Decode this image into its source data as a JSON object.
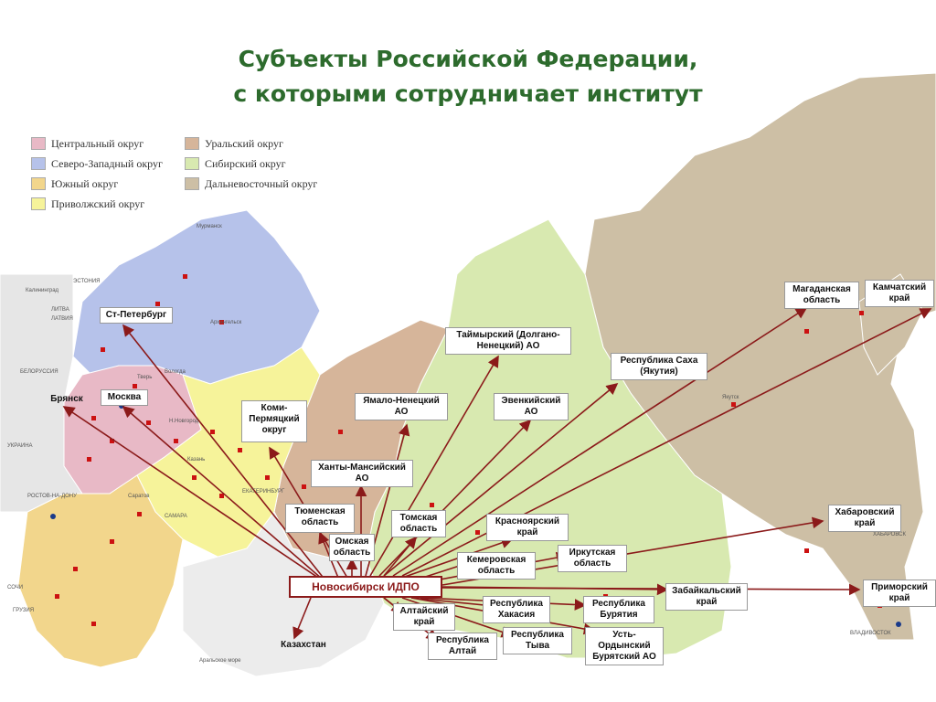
{
  "title": {
    "line1": "Субъекты Российской Федерации,",
    "line2": "с которыми сотрудничает институт"
  },
  "legend": {
    "left": [
      {
        "label": "Центральный округ",
        "color": "#e8b9c6"
      },
      {
        "label": "Северо-Западный округ",
        "color": "#b6c2ea"
      },
      {
        "label": "Южный округ",
        "color": "#f2d68c"
      },
      {
        "label": "Приволжский округ",
        "color": "#f6f39a"
      }
    ],
    "right": [
      {
        "label": "Уральский округ",
        "color": "#d6b59a"
      },
      {
        "label": "Сибирский округ",
        "color": "#d8e9b0"
      },
      {
        "label": "Дальневосточный округ",
        "color": "#cdbfa5"
      }
    ]
  },
  "hub": "Новосибирск ИДПО",
  "destinations": {
    "st_petersburg": "Ст-Петербург",
    "moscow": "Москва",
    "bryansk": "Брянск",
    "komi": "Коми-Пермяцкий округ",
    "taimyr": "Таймырский (Долгано-Ненецкий) АО",
    "yamal": "Ямало-Ненецкий АО",
    "evenki": "Эвенкийский АО",
    "sakha": "Республика Саха (Якутия)",
    "magadan": "Магаданская область",
    "kamchatka": "Камчатский край",
    "khanty": "Ханты-Мансийский АО",
    "tyumen": "Тюменская область",
    "omsk": "Омская область",
    "tomsk": "Томская область",
    "krasnoyarsk": "Красноярский край",
    "kemerovo": "Кемеровская область",
    "irkutsk": "Иркутская область",
    "khabarovsk": "Хабаровский край",
    "zabaikal": "Забайкальский край",
    "primorsky": "Приморский край",
    "altai_krai": "Алтайский край",
    "khakasia": "Республика Хакасия",
    "buryatia": "Республика Бурятия",
    "kazakhstan": "Казахстан",
    "altai_rep": "Республика Алтай",
    "tyva": "Республика Тыва",
    "ust_orda": "Усть-Ордынский Бурятский АО"
  },
  "map_labels": {
    "belarus": "БЕЛОРУССИЯ",
    "ukraine": "УКРАИНА",
    "latvia": "ЛАТВИЯ",
    "estonia": "ЭСТОНИЯ",
    "lithuania": "ЛИТВА",
    "kaliningrad": "Калининград",
    "murmansk": "Мурманск",
    "arkhangelsk": "Архангельск",
    "vologda": "Вологда",
    "tver": "Тверь",
    "kazan": "Казань",
    "samara": "САМАРА",
    "saratov": "Саратов",
    "ekaterinburg": "ЕКАТЕРИНБУРГ",
    "rostov": "РОСТОВ-НА-ДОНУ",
    "sochi": "СОЧИ",
    "vladivostok": "ВЛАДИВОСТОК",
    "khabarovsk_city": "ХАБАРОВСК",
    "yakutsk": "Якутск",
    "aral": "Аральское море",
    "georgia": "ГРУЗИЯ",
    "n_novgorod": "Н.Новгород"
  },
  "colors": {
    "arrow": "#8b1a1a",
    "city_marker": "#cc1111",
    "title": "#2d6b2d"
  }
}
